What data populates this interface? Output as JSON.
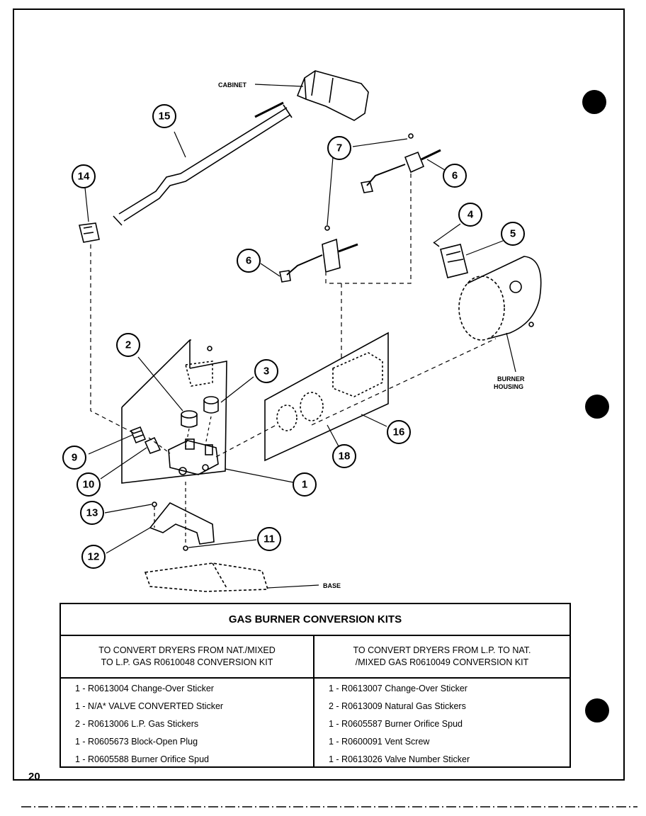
{
  "diagram": {
    "labels": {
      "cabinet": "CABINET",
      "burner_housing_1": "BURNER",
      "burner_housing_2": "HOUSING",
      "base": "BASE"
    },
    "callouts": [
      "1",
      "2",
      "3",
      "4",
      "5",
      "6",
      "6",
      "7",
      "9",
      "10",
      "11",
      "12",
      "13",
      "14",
      "15",
      "16",
      "18"
    ]
  },
  "table": {
    "title": "GAS BURNER CONVERSION KITS",
    "left": {
      "heading_line1": "TO CONVERT DRYERS FROM  NAT./MIXED",
      "heading_line2": "TO L.P. GAS R0610048 CONVERSION KIT",
      "items": [
        "1 -  R0613004  Change-Over Sticker",
        "1 -  N/A* VALVE CONVERTED Sticker",
        "2 -  R0613006  L.P. Gas Stickers",
        "1 -  R0605673  Block-Open Plug",
        "1 -  R0605588 Burner Orifice Spud"
      ]
    },
    "right": {
      "heading_line1": "TO CONVERT DRYERS FROM L.P. TO NAT.",
      "heading_line2": "/MIXED GAS R0610049 CONVERSION KIT",
      "items": [
        "1 -  R0613007 Change-Over Sticker",
        "2 -  R0613009 Natural Gas Stickers",
        "1 -  R0605587 Burner Orifice Spud",
        "1 -  R0600091 Vent Screw",
        "1 -  R0613026 Valve Number Sticker"
      ]
    }
  },
  "page_number": "20"
}
